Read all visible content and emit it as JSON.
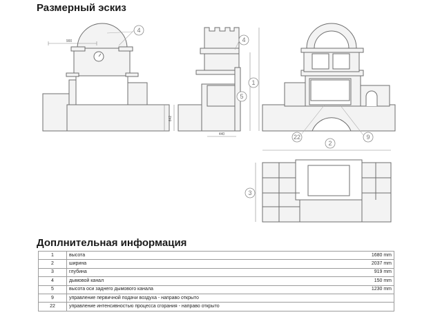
{
  "headings": {
    "sketch": "Размерный эскиз",
    "info": "Доплнительная информация"
  },
  "sketch": {
    "callouts": [
      "4",
      "1",
      "4",
      "5",
      "2",
      "3",
      "22",
      "9"
    ],
    "dims": [
      "900",
      "642",
      "440"
    ]
  },
  "specs": [
    {
      "num": "1",
      "label": "высота",
      "value": "1680 mm"
    },
    {
      "num": "2",
      "label": "ширина",
      "value": "2037 mm"
    },
    {
      "num": "3",
      "label": "глубина",
      "value": "919 mm"
    },
    {
      "num": "4",
      "label": "дымовой канал",
      "value": "150 mm"
    },
    {
      "num": "5",
      "label": "высота оси заднего дымового канала",
      "value": "1230 mm"
    },
    {
      "num": "9",
      "label": "управление первичной подачи воздуха - направо открыто",
      "value": ""
    },
    {
      "num": "22",
      "label": "управление интенсивностью процесса сгорания - направо открыто",
      "value": ""
    }
  ]
}
